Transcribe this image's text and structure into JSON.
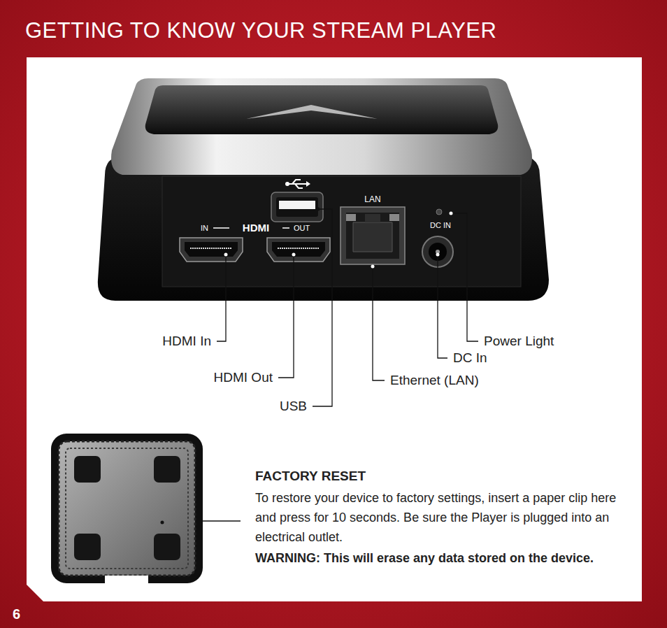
{
  "diagram": {
    "title": "GETTING TO KNOW YOUR STREAM PLAYER",
    "labels": [
      "6",
      "LAN",
      "IN",
      "HDMI",
      "OUT",
      "DC IN",
      "HDMI In",
      "HDMI Out",
      "USB",
      "Ethernet (LAN)",
      "DC In",
      "Power Light",
      "FACTORY RESET",
      "To restore your device to factory settings, insert a paper clip here and press for 10 seconds. Be sure the Player is plugged into an electrical outlet.",
      "WARNING: This will erase any data stored on the device."
    ]
  }
}
